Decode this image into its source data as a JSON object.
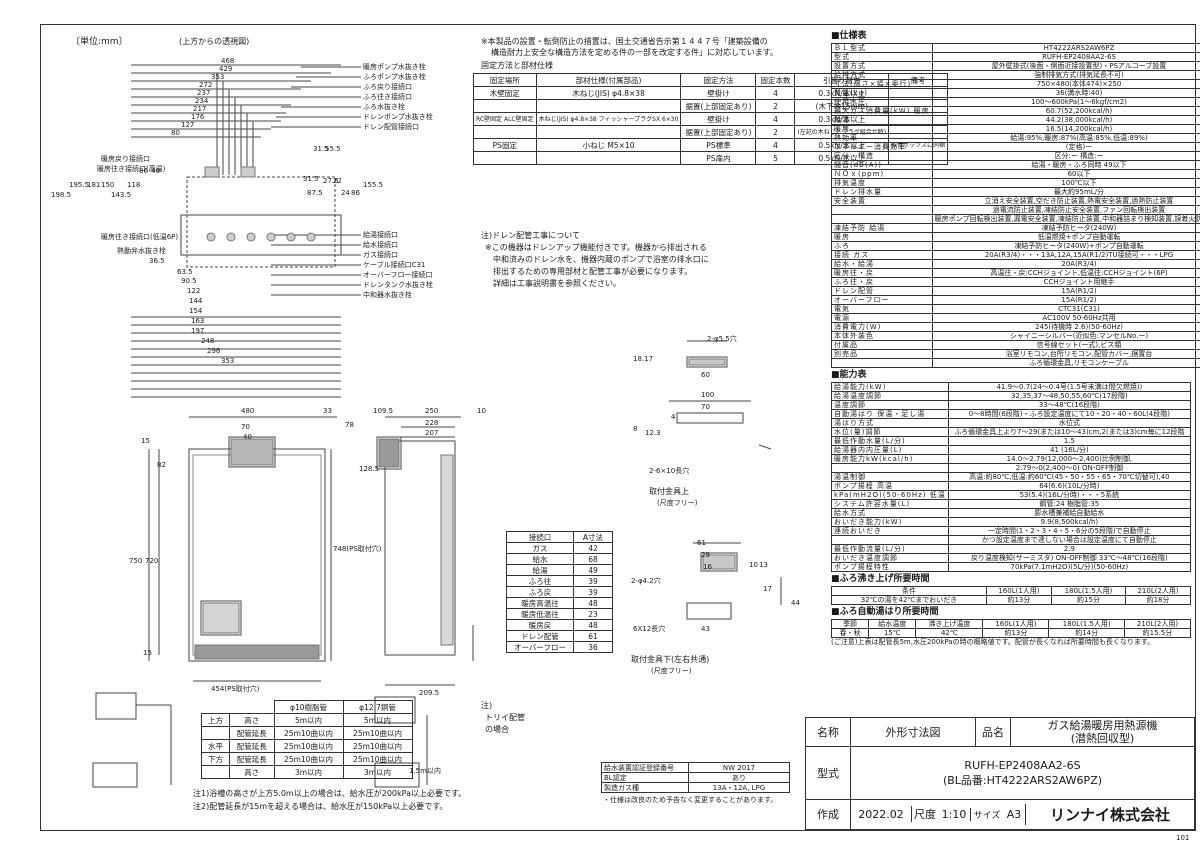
{
  "header": {
    "unit": "〔単位:mm〕",
    "view_label": "(上方からの透視図)"
  },
  "notes_top": [
    "※本製品の設置・転倒防止の措置は、国土交通省告示第１４４７号「建築設備の",
    "構造耐力上安全な構造方法を定める件の一部を改定する件」に対応しています。"
  ],
  "fix_table": {
    "title": "固定方法と部材仕様",
    "headers": [
      "固定場所",
      "部材仕様(付属部品)",
      "固定方法",
      "固定本数",
      "引張り耐力",
      "備考"
    ],
    "rows": [
      [
        "木壁固定",
        "木ねじ(JIS) φ4.8×38",
        "壁掛け",
        "4",
        "0.3kN/本以上",
        ""
      ],
      [
        "",
        "",
        "据置(上部固定あり)",
        "2",
        "(木下地15mm)",
        ""
      ],
      [
        "RC壁固定 ALC壁固定",
        "木ねじ(JIS) φ4.8×38 フィッシャープラグSX 6×30",
        "壁掛け",
        "4",
        "0.3kN/本以上",
        ""
      ],
      [
        "",
        "",
        "据置(上部固定あり)",
        "2",
        "(左記の木ねじとプラグ組合せ時)",
        ""
      ],
      [
        "PS固定",
        "小ねじ M5×10",
        "PS標準",
        "4",
        "0.5kN/本以上",
        "取付ボックスに同梱"
      ],
      [
        "",
        "",
        "PS扉内",
        "5",
        "0.5kN/本以上",
        ""
      ]
    ]
  },
  "drain_note": [
    "注)ドレン配管工事について",
    "※この機器はドレンアップ機能付きです。機器から排出される",
    "中和済みのドレン水を、機器内蔵のポンプで浴室の排水口に",
    "排出するための専用部材と配管工事が必要になります。",
    "詳細は工事説明書を参照ください。"
  ],
  "spec_section": "■仕様表",
  "spec": [
    [
      "ＢＬ型式",
      "HT4222ARS2AW6PZ"
    ],
    [
      "型式",
      "RUFH-EP2408AA2-6S"
    ],
    [
      "設置方式",
      "屋外壁掛式(後面・側面近接設置型)・PSアルコーブ設置"
    ],
    [
      "給排方式",
      "強制排気方式(排気延長不可)"
    ],
    [
      "寸法(高さ×幅×奥行)",
      "750×480(本体474)×250"
    ],
    [
      "質量(kg)",
      "36(満水時:40)"
    ],
    [
      "使用水圧",
      "100〜600kPa(1〜6kgf/cm2)"
    ],
    [
      "最大ガス消費量(kW) 暖房",
      "60.7(52,200kcal/h)"
    ],
    [
      "給湯",
      "44.2(38,000kcal/h)"
    ],
    [
      "暖房",
      "16.5(14,200kcal/h)"
    ],
    [
      "熱効率",
      "給湯:95%,暖房:87%(高温:85%,低温:89%)"
    ],
    [
      "エネルギー消費効率",
      "(定格)ー"
    ],
    [
      "区分・構造",
      "区分:ー 構造:ー"
    ],
    [
      "騒音(dB(A))",
      "給湯・暖房・ふろ同時 49以下"
    ],
    [
      "ＮＯｘ(ppm)",
      "60以下"
    ],
    [
      "排気温度",
      "100℃以下"
    ],
    [
      "ドレン排水量",
      "最大約95mL/分"
    ],
    [
      "安全装置",
      "立消え安全装置,空だき防止装置,熱電安全装置,過熱防止装置"
    ],
    [
      "",
      "過電流防止装置,凍結防止安全装置,ファン回転検出装置"
    ],
    [
      "",
      "暖房ポンプ回転検出装置,漏電安全装置,凍結防止装置,中和器詰まり検知装置,誤着火防止装置"
    ],
    [
      "凍結予防 給湯",
      "凍結予防ヒータ(240W)"
    ],
    [
      "暖房",
      "低温燃焼+ポンプ自動運転"
    ],
    [
      "ふろ",
      "凍結予防ヒータ(240W)+ポンプ自動運転"
    ],
    [
      "接続 ガス",
      "20A(R3/4)・・・13A,12A,15A(R1/2)TU接続可・・・LPG"
    ],
    [
      "給水・給湯",
      "20A(R3/4)"
    ],
    [
      "暖房往・戻",
      "高温往・戻:CCHジョイント,低温往:CCHジョイント(6P)"
    ],
    [
      "ふろ往・戻",
      "CCHジョイント用継手"
    ],
    [
      "ドレン配管",
      "15A(R1/2)"
    ],
    [
      "オーバーフロー",
      "15A(R1/2)"
    ],
    [
      "電気",
      "CTC31(C31)"
    ],
    [
      "電源",
      "AC100V 50-60Hz共用"
    ],
    [
      "消費電力(W)",
      "245(待機時 2.6)(50-60Hz)"
    ],
    [
      "本体外装色",
      "シャイニーシルバー(近似色:マンセルNo.ー)"
    ],
    [
      "付属品",
      "信号線セット(一式),ビス類"
    ],
    [
      "別売品",
      "浴室リモコン,台所リモコン,配管カバー,据置台"
    ],
    [
      "",
      "ふろ循環金具,リモコンケーブル"
    ]
  ],
  "perf_section": "■能力表",
  "perf": [
    [
      "給湯能力(kW)",
      "41.9〜0.7(24〜0.4号(1.5号未満は間欠燃焼))"
    ],
    [
      "給湯温度調節",
      "32,35,37〜48,50,55,60℃(17段階)"
    ],
    [
      "温度調節",
      "33〜48℃(16段階)"
    ],
    [
      "自動湯はり 保温・足し湯",
      "0〜8時間(6段階)・ふろ設定温度にて10・20・40・60L(4段階)"
    ],
    [
      "湯はり方式",
      "水位式"
    ],
    [
      "水位(量)調節",
      "ふろ循環金具上より7〜29(または10〜43)cm,2(または3)cm毎に12段階"
    ],
    [
      "最低作動水量(L/分)",
      "1.5"
    ],
    [
      "給湯器内内圧量(L)",
      "41 (16L/分)"
    ],
    [
      "暖房能力kW(kcal/h)",
      "14.0〜2.79(12,000〜2,400)比例制御,"
    ],
    [
      "",
      "2.79〜0(2,400〜0) ON-OFF制御"
    ],
    [
      "湯温制御",
      "高温:約80℃,低温:約60℃(45・50・55・65・70℃切替可),40"
    ],
    [
      "ポンプ揚程 高温",
      "64(6.6)(10L/分時)"
    ],
    [
      "kPa(mH2O)(50-60Hz) 低温",
      "53(5.4)(16L/分時)・・・5系統"
    ],
    [
      "システム許容水量(L)",
      "鋼管:24 樹脂管:35"
    ],
    [
      "給水方式",
      "膨水槽兼補給自動給水"
    ],
    [
      "おいだき能力(kW)",
      "9.9(8,500kcal/h)"
    ],
    [
      "連続おいだき",
      "一定時間(1・2・3・4・5・6分の5段階)で自動停止"
    ],
    [
      "",
      "かつ設定温度まで達しない場合は設定温度にて自動停止"
    ],
    [
      "最低作動流量(L/分)",
      "2.9"
    ],
    [
      "おいだき温度調節",
      "戻り温度検知(サーミスタ) ON-OFF制御 33℃〜48℃(16段階)"
    ],
    [
      "ポンプ揚程特性",
      "70kPa(7.1mH2O)(5L/分)(50-60Hz)"
    ]
  ],
  "bath_up_section": "■ふろ沸き上げ所要時間",
  "bath_up": {
    "headers": [
      "条件",
      "160L(1人用)",
      "180L(1.5人用)",
      "210L(2人用)"
    ],
    "row": [
      "32℃の湯を42℃までおいだき",
      "約13分",
      "約15分",
      "約18分"
    ]
  },
  "bath_auto_section": "■ふろ自動湯はり所要時間",
  "bath_auto": {
    "headers": [
      "季節",
      "給水温度",
      "沸き上げ温度",
      "160L(1人用)",
      "180L(1.5人用)",
      "210L(2人用)"
    ],
    "row": [
      "春・秋",
      "15℃",
      "42℃",
      "約13分",
      "約14分",
      "約15.5分"
    ],
    "note": "(ご注意)上表は配管長5m,水圧200kPaの時の概略値です。配管が長くなれば所要時間も長くなります。"
  },
  "top_view_left_dims": [
    "468",
    "429",
    "353",
    "272",
    "237",
    "234",
    "217",
    "176",
    "127",
    "80"
  ],
  "top_view_side_dims": [
    "195.5",
    "198.5",
    "181",
    "150",
    "143.5",
    "118",
    "86",
    "46"
  ],
  "top_view_right_dims": [
    "31.5",
    "55.5",
    "31.5",
    "87.5",
    "27.5",
    "22",
    "24",
    "86",
    "155.5"
  ],
  "top_view_bottom_dims": [
    "36.5",
    "63.5",
    "90.5",
    "122",
    "144",
    "154",
    "163",
    "197",
    "248",
    "296",
    "353"
  ],
  "top_view_labels_right": [
    "暖房ポンプ水抜き栓",
    "ふろポンプ水抜き栓",
    "ふろ戻り接続口",
    "ふろ往き接続口",
    "ふろ水抜き栓",
    "ドレンポンプ水抜き栓",
    "ドレン配管接続口"
  ],
  "top_view_labels_left": [
    "暖房戻り接続口",
    "暖房往き接続口(高温)"
  ],
  "top_view_labels_right_lower": [
    "給湯接続口",
    "給水接続口",
    "ガス接続口",
    "ケーブル接続口C31",
    "オーバーフロー接続口",
    "ドレンタンク水抜き栓",
    "中和器水抜き栓"
  ],
  "top_view_labels_left_lower": [
    "暖房往き接続口(低温6P)",
    "熱動弁水抜き栓"
  ],
  "front_dims": {
    "width": "480",
    "w33": "33",
    "w70": "70",
    "w40": "40",
    "h15": "15",
    "h82": "82",
    "h750": "750",
    "h720": "720",
    "h15b": "15",
    "ps_width": "454(PS取付穴)",
    "ps_height": "748(PS取付穴)"
  },
  "side_dims": {
    "d109": "109.5",
    "d250": "250",
    "d10": "10",
    "d228": "228",
    "d207": "207",
    "h128": "128.5",
    "h78": "78",
    "h209": "209.5"
  },
  "pipe_table": {
    "headers": [
      "接続口",
      "A寸法"
    ],
    "rows": [
      [
        "ガス",
        "42"
      ],
      [
        "給水",
        "68"
      ],
      [
        "給湯",
        "49"
      ],
      [
        "ふろ往",
        "39"
      ],
      [
        "ふろ戻",
        "39"
      ],
      [
        "暖房高温往",
        "48"
      ],
      [
        "暖房低温往",
        "23"
      ],
      [
        "暖房戻",
        "48"
      ],
      [
        "ドレン配管",
        "61"
      ],
      [
        "オーバーフロー",
        "36"
      ]
    ]
  },
  "bracket_top": {
    "hole": "2-φ5.5穴",
    "d60": "60",
    "h18": "18.17",
    "w100": "100",
    "w70": "70",
    "w4": "4",
    "h8": "8",
    "h12": "12.3",
    "slot": "2-6×10長穴",
    "caption": "取付金具上",
    "sub": "(尺度フリー)"
  },
  "bracket_bottom": {
    "d61": "61",
    "d29": "29",
    "d16": "16",
    "hole": "2-φ4.2穴",
    "d10": "10",
    "d13": "13",
    "d17": "17",
    "d44": "44",
    "d43": "43",
    "slot": "6X12長穴",
    "caption": "取付金具下(左右共通)",
    "sub": "(尺度フリー)"
  },
  "piping_length": {
    "cols": [
      "φ10樹脂管",
      "φ12.7銅管"
    ],
    "rows": [
      [
        "上方",
        "高さ",
        "5m以内",
        "5m以内"
      ],
      [
        "",
        "配管延長",
        "25m10曲以内",
        "25m10曲以内"
      ],
      [
        "水平",
        "配管延長",
        "25m10曲以内",
        "25m10曲以内"
      ],
      [
        "下方",
        "配管延長",
        "25m10曲以内",
        "25m10曲以内"
      ],
      [
        "",
        "高さ",
        "3m以内",
        "3m以内"
      ]
    ],
    "notes": [
      "注1)浴槽の高さが上方5.0m以上の場合は、給水圧が200kPa以上必要です。",
      "注2)配管延長が15mを超える場合は、給水圧が150kPa以上必要です。"
    ],
    "trough_note": [
      "注)",
      "トリイ配管",
      "の場合"
    ],
    "h15": "1.5m以内"
  },
  "cert": {
    "rows": [
      [
        "給水装置認証登録番号",
        "NW 2017"
      ],
      [
        "BL認定",
        "あり"
      ],
      [
        "製造ガス種",
        "13A・12A, LPG"
      ]
    ],
    "note": "・仕様は改良のため予告なく変更することがあります。"
  },
  "title_block": {
    "name_label": "名称",
    "name": "外形寸法図",
    "product_label": "品名",
    "product": [
      "ガス給湯暖房用熱源機",
      "(潜熱回収型)"
    ],
    "model_label": "型式",
    "model": [
      "RUFH-EP2408AA2-6S",
      "(BL品番:HT4222ARS2AW6PZ)"
    ],
    "made_label": "作成",
    "date": "2022.02",
    "scale_label": "尺度",
    "scale": "1:10",
    "size_label": "サイズ",
    "size": "A3",
    "company": "リンナイ株式会社"
  },
  "page_number": "101"
}
